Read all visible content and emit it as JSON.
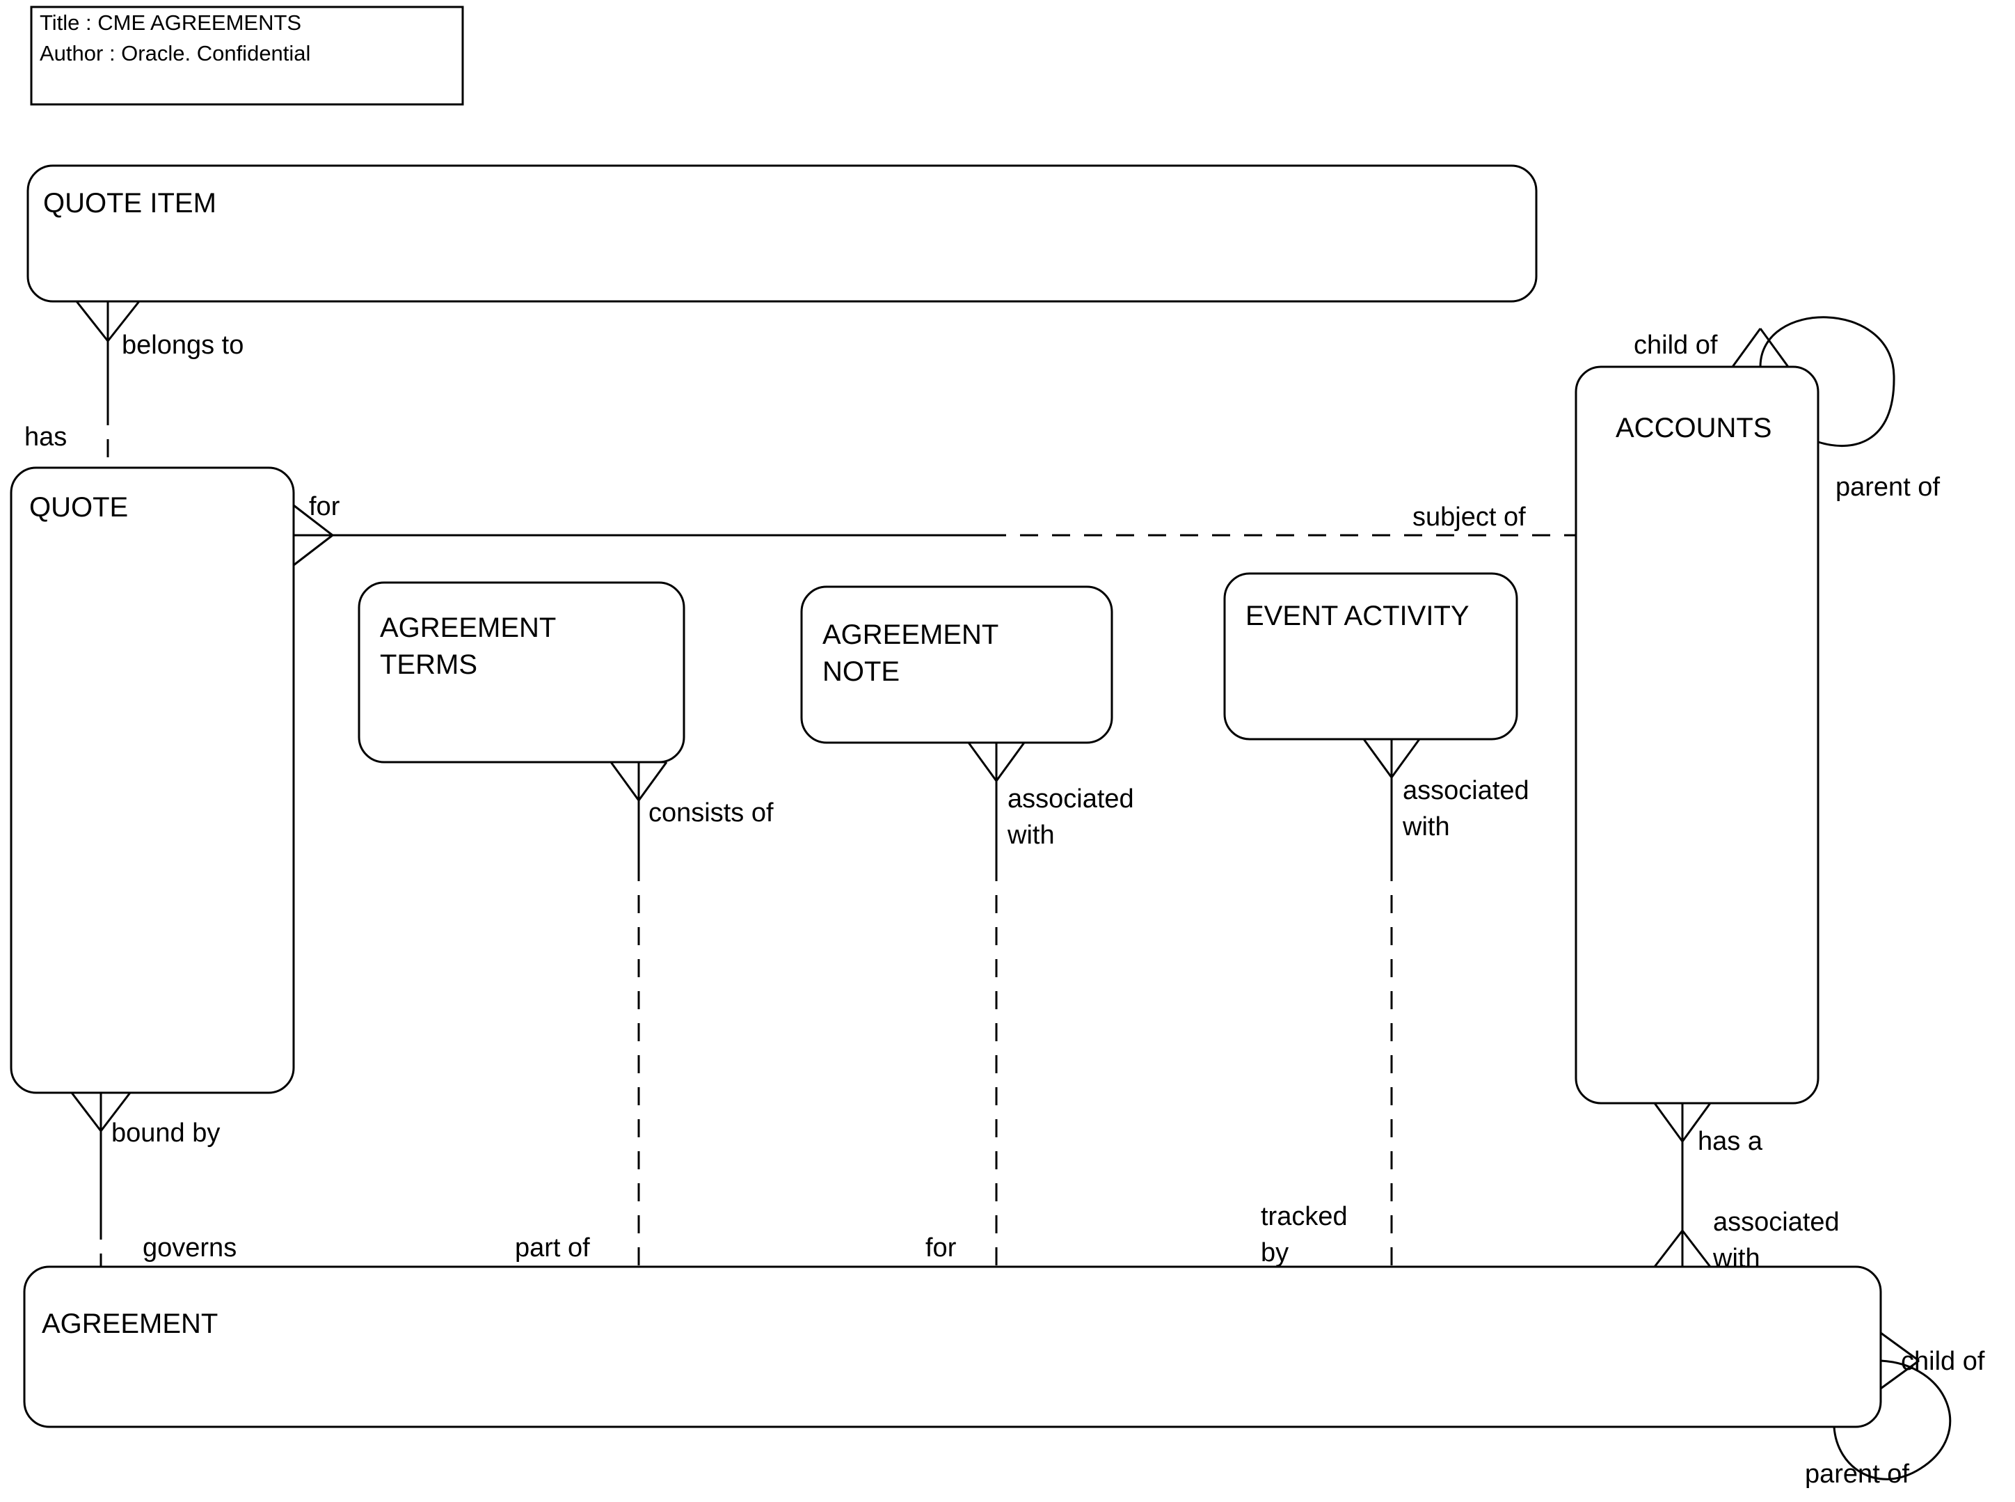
{
  "diagram": {
    "kind": "entity-relationship-diagram",
    "notation": "crows-foot",
    "background_color": "#ffffff",
    "line_color": "#000000"
  },
  "title_block": {
    "title_line": "Title : CME AGREEMENTS",
    "author_line": "Author : Oracle. Confidential"
  },
  "entities": [
    {
      "id": "quote_item",
      "name": "QUOTE ITEM"
    },
    {
      "id": "quote",
      "name": "QUOTE"
    },
    {
      "id": "accounts",
      "name": "ACCOUNTS"
    },
    {
      "id": "agreement_terms",
      "name": "AGREEMENT\nTERMS",
      "line1": "AGREEMENT",
      "line2": "TERMS"
    },
    {
      "id": "agreement_note",
      "name": "AGREEMENT\nNOTE",
      "line1": "AGREEMENT",
      "line2": "NOTE"
    },
    {
      "id": "event_activity",
      "name": "EVENT ACTIVITY"
    },
    {
      "id": "agreement",
      "name": "AGREEMENT"
    }
  ],
  "relationships": [
    {
      "id": "rel_quote_item_quote",
      "from": "quote_item",
      "to": "quote",
      "from_label": "belongs to",
      "to_label": "has"
    },
    {
      "id": "rel_quote_accounts",
      "from": "quote",
      "to": "accounts",
      "from_label": "for",
      "to_label": "subject of"
    },
    {
      "id": "rel_quote_agreement",
      "from": "quote",
      "to": "agreement",
      "from_label": "bound by",
      "to_label": "governs"
    },
    {
      "id": "rel_terms_agreement",
      "from": "agreement_terms",
      "to": "agreement",
      "from_label": "consists of",
      "to_label": "part of"
    },
    {
      "id": "rel_note_agreement",
      "from": "agreement_note",
      "to": "agreement",
      "from_label": "associated\nwith",
      "to_label": "for"
    },
    {
      "id": "rel_event_agreement",
      "from": "event_activity",
      "to": "agreement",
      "from_label": "associated\nwith",
      "to_label": "tracked\nby"
    },
    {
      "id": "rel_accounts_agreement",
      "from": "accounts",
      "to": "agreement",
      "from_label": "has a",
      "to_label": "associated\nwith"
    },
    {
      "id": "rel_accounts_self",
      "from": "accounts",
      "to": "accounts",
      "from_label": "child of",
      "to_label": "parent of"
    },
    {
      "id": "rel_agreement_self",
      "from": "agreement",
      "to": "agreement",
      "from_label": "child of",
      "to_label": "parent of"
    }
  ],
  "labels": {
    "belongs_to": "belongs to",
    "has": "has",
    "for_quote_accounts": "for",
    "subject_of": "subject of",
    "bound_by": "bound by",
    "governs": "governs",
    "consists_of": "consists of",
    "part_of": "part of",
    "associated_with_note_1": "associated",
    "associated_with_note_2": "with",
    "for_note_agreement": "for",
    "associated_with_event_1": "associated",
    "associated_with_event_2": "with",
    "tracked_1": "tracked",
    "tracked_2": "by",
    "has_a": "has a",
    "associated_with_accounts_1": "associated",
    "associated_with_accounts_2": "with",
    "accounts_child_of": "child of",
    "accounts_parent_of": "parent of",
    "agreement_child_of": "child of",
    "agreement_parent_of": "parent of"
  }
}
